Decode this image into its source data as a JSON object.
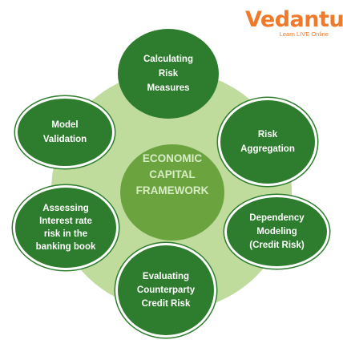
{
  "logo": {
    "name": "Vedantu",
    "tagline": "Learn LIVE Online",
    "color": "#f07a2a"
  },
  "colors": {
    "ring": "#bfdc9d",
    "center": "#6ba43f",
    "node": "#2e7d2e"
  },
  "center": {
    "label": "ECONOMIC\nCAPITAL\nFRAMEWORK"
  },
  "nodes": [
    {
      "label": "Calculating\nRisk\nMeasures"
    },
    {
      "label": "Model\nValidation"
    },
    {
      "label": "Risk\nAggregation"
    },
    {
      "label": "Assessing\nInterest rate\nrisk in the\nbanking book"
    },
    {
      "label": "Dependency\nModeling\n(Credit Risk)"
    },
    {
      "label": "Evaluating\nCounterparty\nCredit Risk"
    }
  ]
}
